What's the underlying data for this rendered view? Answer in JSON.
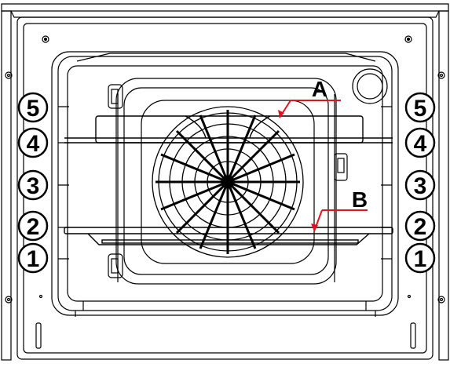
{
  "diagram": {
    "subject": "oven-cavity-shelf-positions",
    "shelf_levels_left": [
      "5",
      "4",
      "3",
      "2",
      "1"
    ],
    "shelf_levels_right": [
      "5",
      "4",
      "3",
      "2",
      "1"
    ],
    "callout_a": "A",
    "callout_b": "B",
    "colors": {
      "line": "#000000",
      "callout": "#e0141e",
      "background": "#ffffff"
    }
  }
}
